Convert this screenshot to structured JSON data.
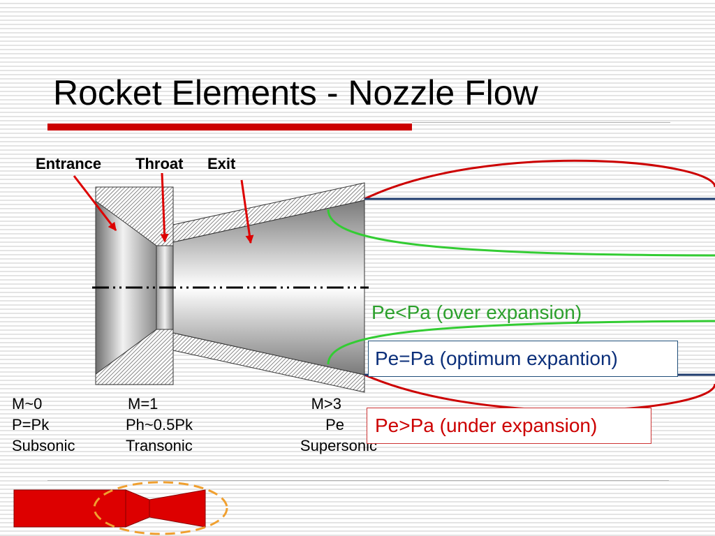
{
  "slide": {
    "title": "Rocket Elements - Nozzle Flow"
  },
  "labels": {
    "entrance": "Entrance",
    "throat": "Throat",
    "exit": "Exit"
  },
  "states": {
    "entrance": [
      "M~0",
      "P=Pk",
      "Subsonic"
    ],
    "throat": [
      "M=1",
      "Ph~0.5Pk",
      "Transonic"
    ],
    "exit": [
      "M>3",
      "Pe",
      "Supersonic"
    ]
  },
  "flow": {
    "over": "Pe<Pa (over expansion)",
    "optimum": "Pe=Pa (optimum expantion)",
    "under": "Pe>Pa (under expansion)"
  },
  "colors": {
    "accent": "#cc0000",
    "over": "#2ca02c",
    "optimum": "#0b2f7a",
    "under": "#cc0000",
    "highlight": "#f0a030"
  }
}
